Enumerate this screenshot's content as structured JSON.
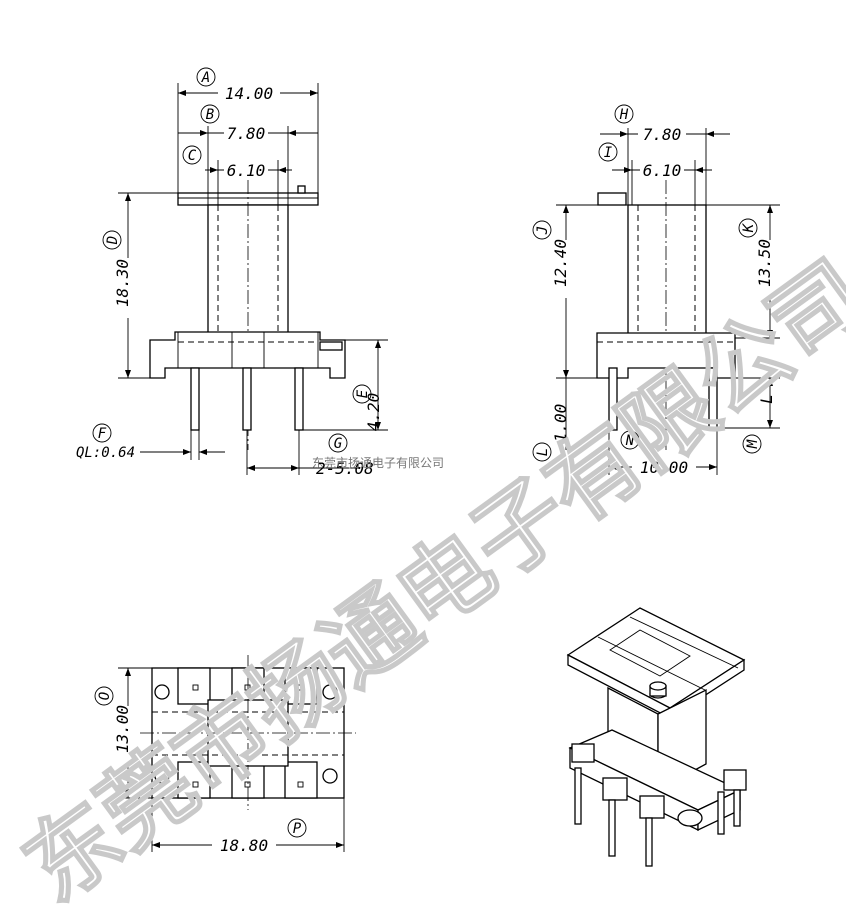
{
  "watermark": {
    "text": "东莞市扬通电子有限公司",
    "small_text": "东莞市扬通电子有限公司"
  },
  "labels": {
    "A": "A",
    "B": "B",
    "C": "C",
    "D": "D",
    "E": "E",
    "F": "F",
    "G": "G",
    "H": "H",
    "I": "I",
    "J": "J",
    "K": "K",
    "L": "L",
    "M": "M",
    "N": "N",
    "O": "O",
    "P": "P",
    "L_text": "L"
  },
  "dimensions": {
    "A": "14.00",
    "B": "7.80",
    "C": "6.10",
    "D": "18.30",
    "E": "4.20",
    "F": "QL:0.64",
    "G": "2-5.08",
    "H": "7.80",
    "I": "6.10",
    "J": "12.40",
    "K": "13.50",
    "L": "1.00",
    "N": "10.00",
    "O": "13.00",
    "P": "18.80"
  }
}
